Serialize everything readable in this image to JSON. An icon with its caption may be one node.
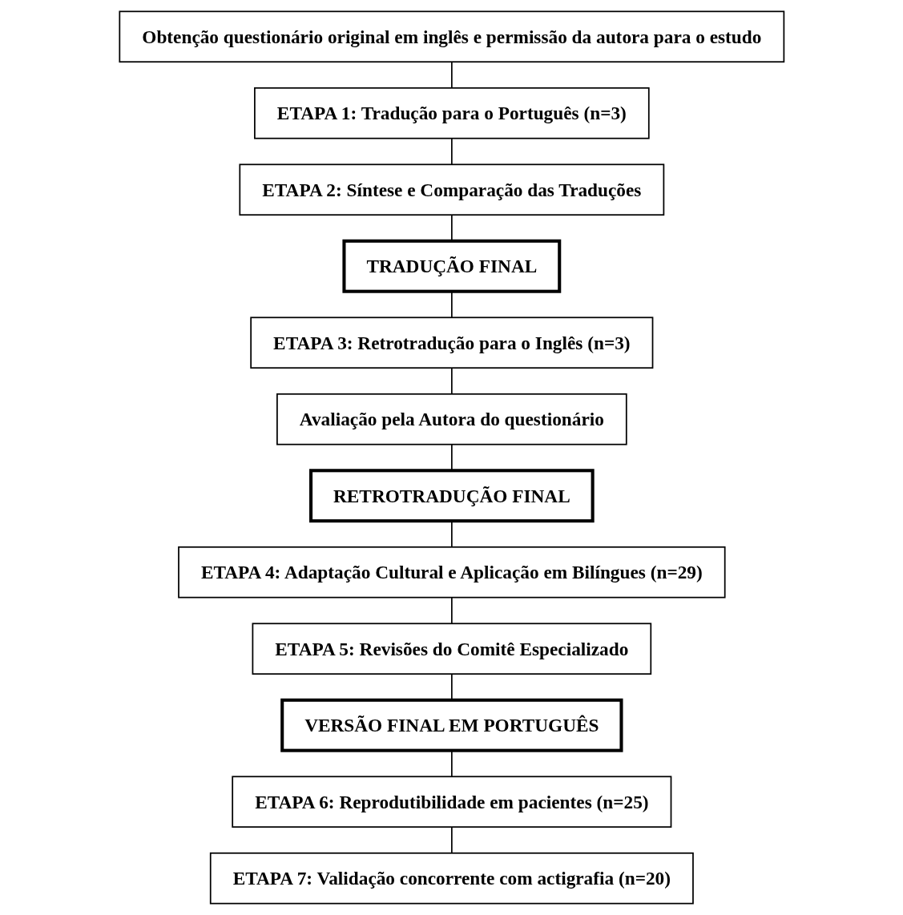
{
  "diagram": {
    "nodes": [
      {
        "text": [
          "Obtenção questionário original em inglês e permissão da autora para o estudo"
        ]
      },
      {
        "text": [
          "ETAPA 1: Tradução para o Português (n=3)"
        ]
      },
      {
        "text": [
          "ETAPA 2: Síntese e Comparação das Traduções"
        ]
      },
      {
        "text": [
          "TRADUÇÃO FINAL"
        ]
      },
      {
        "text": [
          "ETAPA 3: Retrotradução para o Inglês (n=3)"
        ]
      },
      {
        "text": [
          "Avaliação pela Autora do questionário"
        ]
      },
      {
        "text": [
          "RETROTRADUÇÃO FINAL"
        ]
      },
      {
        "text": [
          "ETAPA 4: Adaptação Cultural e Aplicação em Bilíngues (n=29)"
        ]
      },
      {
        "text": [
          "ETAPA 5: Revisões do Comitê Especializado"
        ]
      },
      {
        "text": [
          "VERSÃO FINAL EM PORTUGUÊS"
        ]
      },
      {
        "text": [
          "ETAPA 6: Reprodutibilidade em pacientes (n=25)"
        ]
      },
      {
        "text": [
          "ETAPA 7: Validação concorrente com actigrafia (n=20)"
        ]
      }
    ],
    "edges": [
      {
        "from": 0,
        "to": 1,
        "arrow": "none"
      },
      {
        "from": 1,
        "to": 2,
        "arrow": "none"
      },
      {
        "from": 2,
        "to": 3,
        "arrow": "none"
      },
      {
        "from": 3,
        "to": 4,
        "arrow": "none"
      },
      {
        "from": 4,
        "to": 5,
        "arrow": "none"
      },
      {
        "from": 5,
        "to": 6,
        "arrow": "none"
      },
      {
        "from": 6,
        "to": 7,
        "arrow": "none"
      },
      {
        "from": 7,
        "to": 8,
        "arrow": "none"
      },
      {
        "from": 8,
        "to": 9,
        "arrow": "none"
      },
      {
        "from": 9,
        "to": 10,
        "arrow": "none"
      },
      {
        "from": 10,
        "to": 11,
        "arrow": "none"
      }
    ]
  }
}
